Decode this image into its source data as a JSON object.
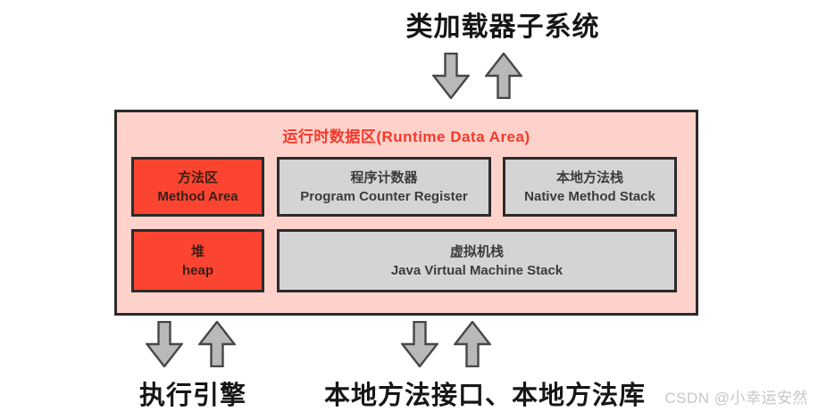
{
  "diagram": {
    "top_label": "类加载器子系统",
    "runtime_area": {
      "title": "运行时数据区(Runtime Data Area)",
      "boxes": {
        "method_area": {
          "zh": "方法区",
          "en": "Method Area"
        },
        "program_counter": {
          "zh": "程序计数器",
          "en": "Program Counter Register"
        },
        "native_method_stack": {
          "zh": "本地方法栈",
          "en": "Native Method Stack"
        },
        "heap": {
          "zh": "堆",
          "en": "heap"
        },
        "jvm_stack": {
          "zh": "虚拟机栈",
          "en": "Java Virtual Machine Stack"
        }
      }
    },
    "bottom_left_label": "执行引擎",
    "bottom_center_label": "本地方法接口、本地方法库",
    "watermark": "CSDN @小幸运安然"
  },
  "colors": {
    "runtime_area_bg": "#ffd1cb",
    "red_box_fill": "#fb4531",
    "gray_box_fill": "#d4d4d4",
    "box_border": "#2b2b2b",
    "runtime_title_text": "#f5392b",
    "arrow_fill": "#b9b9b9",
    "arrow_stroke": "#474747",
    "watermark_text": "#c6c6c6"
  }
}
